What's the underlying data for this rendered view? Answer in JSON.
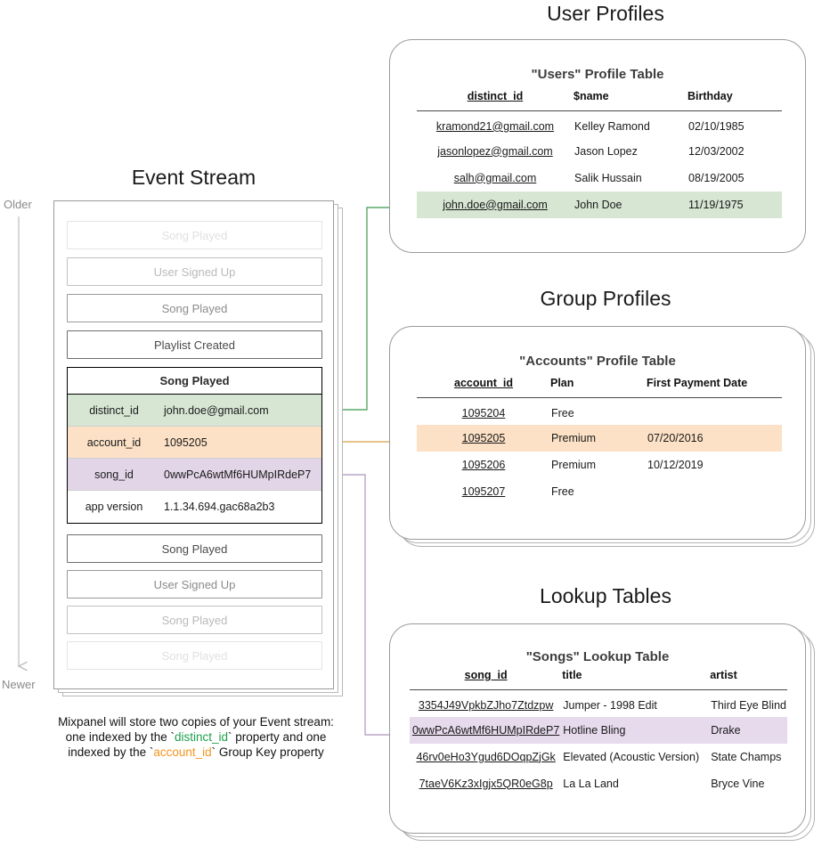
{
  "sections": {
    "event_stream_title": "Event Stream",
    "user_profiles_title": "User Profiles",
    "group_profiles_title": "Group Profiles",
    "lookup_tables_title": "Lookup Tables"
  },
  "timeline": {
    "older": "Older",
    "newer": "Newer"
  },
  "event_stream": {
    "events_above": [
      {
        "label": "Song Played",
        "fade": "f1"
      },
      {
        "label": "User Signed Up",
        "fade": "f2"
      },
      {
        "label": "Song Played",
        "fade": "f3"
      },
      {
        "label": "Playlist Created",
        "fade": "f4"
      }
    ],
    "selected_event": {
      "name": "Song Played",
      "properties": [
        {
          "key": "distinct_id",
          "value": "john.doe@gmail.com",
          "tint": "prop-green"
        },
        {
          "key": "account_id",
          "value": "1095205",
          "tint": "prop-orange"
        },
        {
          "key": "song_id",
          "value": "0wwPcA6wtMf6HUMpIRdeP7",
          "tint": "prop-purple"
        },
        {
          "key": "app version",
          "value": "1.1.34.694.gac68a2b3",
          "tint": "prop-plain"
        }
      ]
    },
    "events_below": [
      {
        "label": "Song Played",
        "fade": "f4"
      },
      {
        "label": "User Signed Up",
        "fade": "f3"
      },
      {
        "label": "Song Played",
        "fade": "f2"
      },
      {
        "label": "Song Played",
        "fade": "f1"
      }
    ],
    "caption": {
      "line1": "Mixpanel will store two copies of your Event stream:",
      "line2_a": "one indexed by the `",
      "line2_token": "distinct_id",
      "line2_b": "` property and one",
      "line3_a": "indexed by the `",
      "line3_token": "account_id",
      "line3_b": "` Group Key property"
    }
  },
  "users_table": {
    "title": "\"Users\" Profile Table",
    "columns": [
      "distinct_id",
      "$name",
      "Birthday"
    ],
    "rows": [
      {
        "cells": [
          "kramond21@gmail.com",
          "Kelley Ramond",
          "02/10/1985"
        ],
        "highlight": ""
      },
      {
        "cells": [
          "jasonlopez@gmail.com",
          "Jason Lopez",
          "12/03/2002"
        ],
        "highlight": ""
      },
      {
        "cells": [
          "salh@gmail.com",
          "Salik Hussain",
          "08/19/2005"
        ],
        "highlight": ""
      },
      {
        "cells": [
          "john.doe@gmail.com",
          "John Doe",
          "11/19/1975"
        ],
        "highlight": "row-green"
      }
    ]
  },
  "accounts_table": {
    "title": "\"Accounts\" Profile Table",
    "columns": [
      "account_id",
      "Plan",
      "First Payment Date"
    ],
    "rows": [
      {
        "cells": [
          "1095204",
          "Free",
          ""
        ],
        "highlight": ""
      },
      {
        "cells": [
          "1095205",
          "Premium",
          "07/20/2016"
        ],
        "highlight": "row-orange"
      },
      {
        "cells": [
          "1095206",
          "Premium",
          "10/12/2019"
        ],
        "highlight": ""
      },
      {
        "cells": [
          "1095207",
          "Free",
          ""
        ],
        "highlight": ""
      }
    ]
  },
  "songs_table": {
    "title": "\"Songs\" Lookup Table",
    "columns": [
      "song_id",
      "title",
      "artist"
    ],
    "rows": [
      {
        "cells": [
          "3354J49VpkbZJho7Ztdzpw",
          "Jumper - 1998 Edit",
          "Third Eye Blind"
        ],
        "highlight": ""
      },
      {
        "cells": [
          "0wwPcA6wtMf6HUMpIRdeP7",
          "Hotline Bling",
          "Drake"
        ],
        "highlight": "row-purple"
      },
      {
        "cells": [
          "46rv0eHo3Ygud6DOqpZjGk",
          "Elevated (Acoustic Version)",
          "State Champs"
        ],
        "highlight": ""
      },
      {
        "cells": [
          "7taeV6Kz3xIgjx5QR0eG8p",
          "La La Land",
          "Bryce Vine"
        ],
        "highlight": ""
      }
    ]
  },
  "colors": {
    "green_accent": "#1d9e4b",
    "orange_accent": "#f5941f",
    "purple_accent": "#b9a6c6",
    "green_tint": "#d6e6d3",
    "orange_tint": "#fce1c6",
    "purple_tint": "#e2d5e7"
  }
}
